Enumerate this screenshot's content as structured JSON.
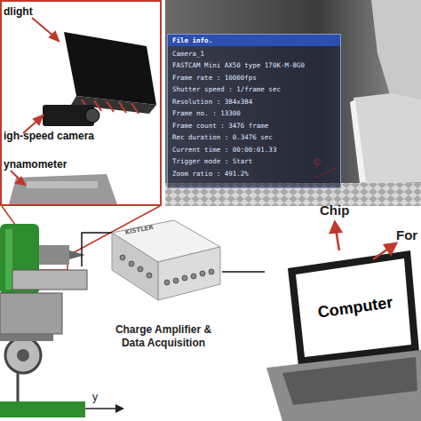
{
  "diagram": {
    "nodes": [
      {
        "text": [
          "dlight",
          "igh-speed camera",
          "ynamometer"
        ]
      },
      {
        "text": [
          "Φ"
        ]
      },
      {
        "text": [
          "File info.",
          "Camera_1",
          "FASTCAM Mini AX50 type 170K-M-8G0",
          "Frame rate : 10000fps",
          "Shutter speed : 1/frame sec",
          "Resolution : 384x384",
          "Frame no. : 13300",
          "Frame count : 3476 frame",
          "Rec duration : 0.3476 sec",
          "Current time : 00:00:01.33",
          "Trigger mode : Start",
          "Zoom ratio : 491.2%"
        ],
        "in": 1
      },
      {
        "text": [
          "KISTLER",
          "Charge Amplifier & Data Acquisition"
        ]
      },
      {
        "text": [
          "Computer"
        ]
      }
    ],
    "edges": [
      {
        "from": 3,
        "to": 4,
        "arrow": "none"
      }
    ],
    "labels": [
      "Chip",
      "For",
      "y"
    ]
  }
}
